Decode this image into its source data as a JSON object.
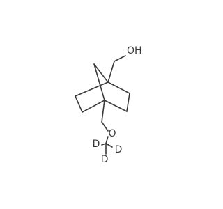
{
  "molecule": {
    "atoms": [
      {
        "id": "o_hydroxyl",
        "symbol": "O",
        "label": "OH",
        "label_anchor": "start",
        "label_dx": -5
      },
      {
        "id": "o_ether",
        "symbol": "O",
        "label": "O",
        "label_anchor": "middle",
        "label_dx": 0
      },
      {
        "id": "d1",
        "symbol": "D",
        "label": "D",
        "label_anchor": "middle",
        "label_dx": 0
      },
      {
        "id": "d2",
        "symbol": "D",
        "label": "D",
        "label_anchor": "middle",
        "label_dx": 0
      },
      {
        "id": "d3",
        "symbol": "D",
        "label": "D",
        "label_anchor": "middle",
        "label_dx": 0
      }
    ],
    "bond_color": "#3a3a3a",
    "label_color": "#3a3a3a"
  }
}
